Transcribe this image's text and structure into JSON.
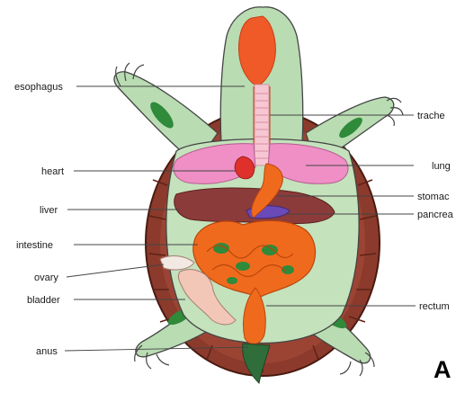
{
  "figure": {
    "panel_letter": "A",
    "labels": {
      "esophagus": "esophagus",
      "trachea": "trache",
      "heart": "heart",
      "lung": "lung",
      "liver": "liver",
      "stomach": "stomac",
      "pancreas": "pancrea",
      "intestine": "intestine",
      "ovary": "ovary",
      "bladder": "bladder",
      "rectum": "rectum",
      "anus": "anus"
    },
    "colors": {
      "shell": "#8b3a2c",
      "shell_dark": "#5e2318",
      "body_skin": "#b9dcb2",
      "spots": "#2f8a3a",
      "esophagus": "#ef5a28",
      "trachea": "#f6c7d3",
      "lung": "#ef8fc6",
      "heart": "#e0302b",
      "liver": "#8c3b3b",
      "pancreas": "#6a49b8",
      "intestine": "#f06a1e",
      "bladder": "#f3c7b8"
    }
  }
}
